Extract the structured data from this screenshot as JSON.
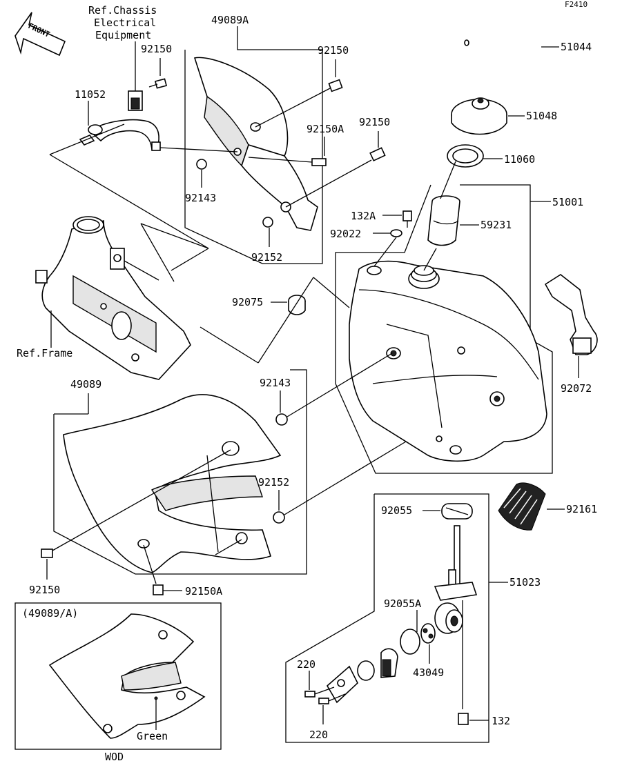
{
  "figure_code": "F2410",
  "front_arrow": "FRONT",
  "refs": {
    "chassis_line1": "Ref.Chassis",
    "chassis_line2": "Electrical",
    "chassis_line3": "Equipment",
    "frame": "Ref.Frame"
  },
  "labels": {
    "p49089A": "49089A",
    "p92150_a": "92150",
    "p92150_b": "92150",
    "p92150_c": "92150",
    "p92150_d": "92150",
    "p92150A_a": "92150A",
    "p92150A_b": "92150A",
    "p11052": "11052",
    "p92143_a": "92143",
    "p92143_b": "92143",
    "p92152_a": "92152",
    "p92152_b": "92152",
    "p51044": "51044",
    "p51048": "51048",
    "p11060": "11060",
    "p51001": "51001",
    "p132A": "132A",
    "p59231": "59231",
    "p92022": "92022",
    "p92075": "92075",
    "p92072": "92072",
    "p49089": "49089",
    "p92055": "92055",
    "p92161": "92161",
    "p51023": "51023",
    "p92055A": "92055A",
    "p43049": "43049",
    "p220_a": "220",
    "p220_b": "220",
    "p132": "132"
  },
  "inset": {
    "title": "(49089/A)",
    "color_label": "Green",
    "footer": "WOD"
  }
}
